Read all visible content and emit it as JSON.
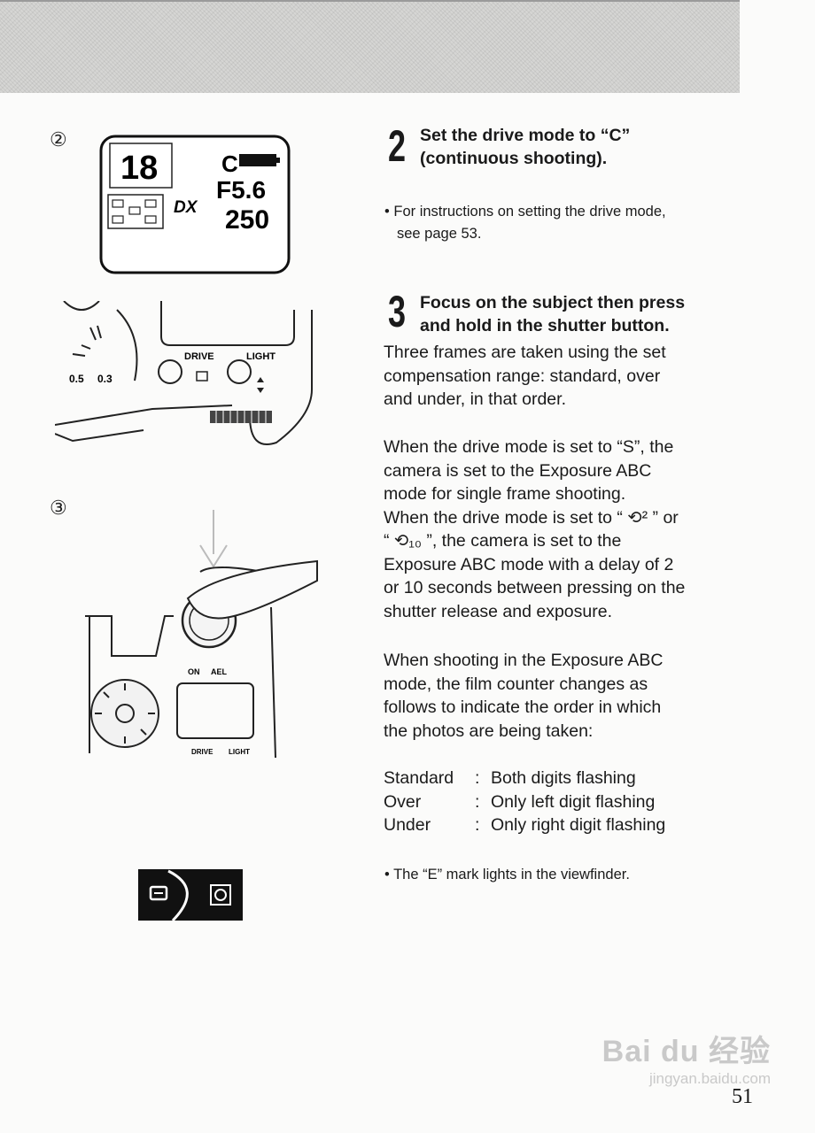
{
  "figures": {
    "fig2_marker": "②",
    "fig3_marker": "③",
    "lcd": {
      "counter": "18",
      "mode": "C",
      "aperture": "F5.6",
      "shutter": "250",
      "dx": "DX"
    },
    "dial": {
      "drive": "DRIVE",
      "light": "LIGHT",
      "val1": "0.5",
      "val2": "0.3"
    },
    "camera": {
      "on": "ON",
      "ael": "AEL",
      "drive": "DRIVE",
      "light": "LIGHT"
    }
  },
  "step2": {
    "number": "2",
    "title_line1": "Set the drive mode to “C”",
    "title_line2": "(continuous shooting).",
    "note_line1": "• For instructions on setting the drive mode,",
    "note_line2": "see page 53."
  },
  "step3": {
    "number": "3",
    "title_line1": "Focus on the subject then press",
    "title_line2": "and hold in the shutter button.",
    "p1": [
      "Three frames are taken using the set",
      "compensation range:  standard, over",
      "and under, in that order."
    ],
    "p2": [
      "When the drive mode is set to “S”, the",
      "camera is set to the Exposure ABC",
      "mode for single frame shooting.",
      "When the drive mode is set to “ ⟲² ” or",
      "“ ⟲₁₀ ”, the camera is set to the",
      "Exposure ABC mode with a delay of 2",
      "or 10 seconds between pressing on the",
      "shutter release and exposure."
    ],
    "p3": [
      "When shooting in the Exposure ABC",
      "mode, the film counter changes as",
      "follows to indicate the order in which",
      "the photos are being taken:"
    ],
    "table": [
      {
        "label": "Standard",
        "sep": ":",
        "desc": "Both digits flashing"
      },
      {
        "label": "Over",
        "sep": ":",
        "desc": "Only left digit flashing"
      },
      {
        "label": "Under",
        "sep": ":",
        "desc": "Only right digit flashing"
      }
    ],
    "note": "• The “E” mark lights in the viewfinder."
  },
  "footer": {
    "page_number": "51",
    "watermark_brand": "Bai du 经验",
    "watermark_url": "jingyan.baidu.com"
  }
}
